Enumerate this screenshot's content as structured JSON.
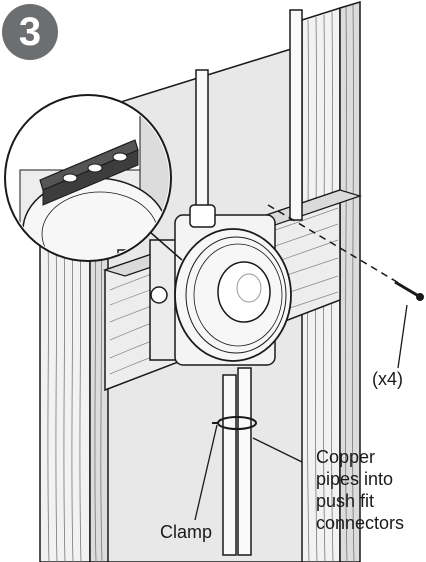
{
  "step": {
    "number": "3"
  },
  "callouts": {
    "screws": "(x4)",
    "clamp": "Clamp",
    "pipes": "Copper\npipes into\npush fit\nconnectors"
  },
  "colors": {
    "badge": "#6d6e70",
    "wall": "#e6e6e6",
    "wall_dark": "#c9c9c9",
    "stud": "#f3f3f3",
    "line": "#1a1a1a"
  }
}
